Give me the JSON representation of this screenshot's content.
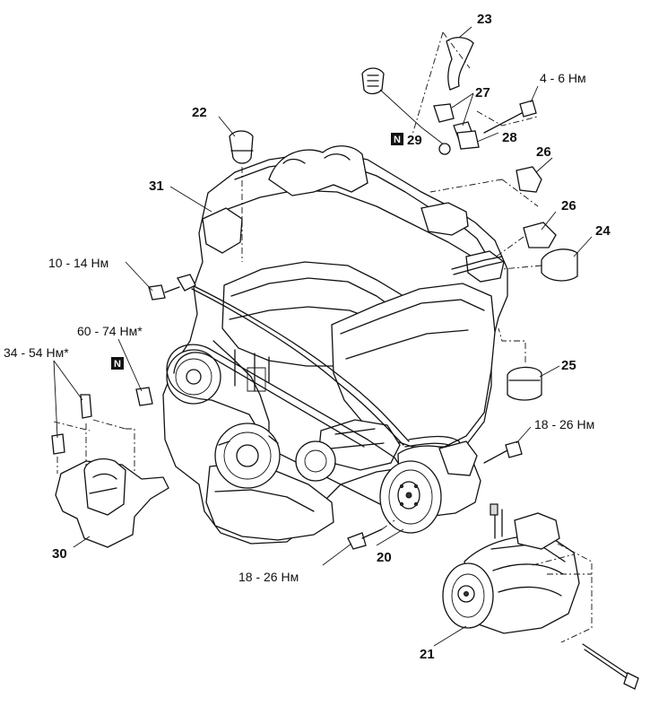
{
  "diagram": {
    "callouts": {
      "c20": "20",
      "c21": "21",
      "c22": "22",
      "c23": "23",
      "c24": "24",
      "c25": "25",
      "c26a": "26",
      "c26b": "26",
      "c27": "27",
      "c28": "28",
      "c29": "29",
      "c30": "30",
      "c31": "31"
    },
    "torques": {
      "t_4_6": "4 - 6 Нм",
      "t_10_14": "10 - 14 Нм",
      "t_60_74": "60 - 74 Нм*",
      "t_34_54": "34 - 54 Нм*",
      "t_18_26_right": "18 - 26 Нм",
      "t_18_26_bottom": "18 - 26 Нм"
    },
    "badges": {
      "n29": "N",
      "n_nut": "N"
    }
  }
}
